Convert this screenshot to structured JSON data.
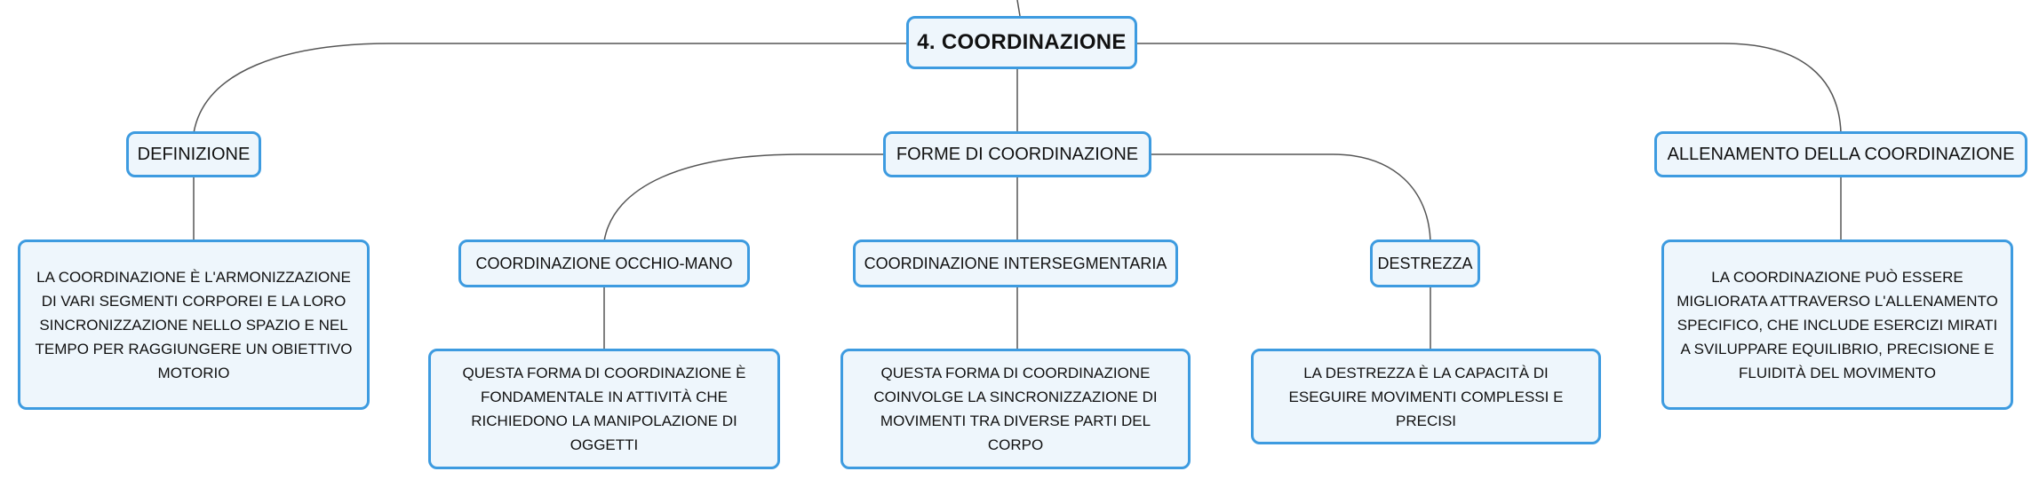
{
  "root": {
    "label": "4. COORDINAZIONE"
  },
  "definizione": {
    "label": "DEFINIZIONE",
    "text": "LA COORDINAZIONE È L'ARMONIZZAZIONE DI VARI SEGMENTI CORPOREI E LA LORO SINCRONIZZAZIONE NELLO SPAZIO E NEL TEMPO PER RAGGIUNGERE UN OBIETTIVO MOTORIO"
  },
  "forme": {
    "label": "FORME DI COORDINAZIONE",
    "occhio_mano": {
      "label": "COORDINAZIONE OCCHIO-MANO",
      "text": "QUESTA FORMA DI COORDINAZIONE È FONDAMENTALE IN ATTIVITÀ CHE RICHIEDONO LA MANIPOLAZIONE DI OGGETTI"
    },
    "intersegmentaria": {
      "label": "COORDINAZIONE INTERSEGMENTARIA",
      "text": "QUESTA FORMA DI COORDINAZIONE COINVOLGE LA SINCRONIZZAZIONE DI MOVIMENTI TRA DIVERSE PARTI DEL CORPO"
    },
    "destrezza": {
      "label": "DESTREZZA",
      "text": "LA DESTREZZA È LA CAPACITÀ DI ESEGUIRE MOVIMENTI COMPLESSI E PRECISI"
    }
  },
  "allenamento": {
    "label": "ALLENAMENTO DELLA COORDINAZIONE",
    "text": "LA COORDINAZIONE PUÒ ESSERE MIGLIORATA ATTRAVERSO L'ALLENAMENTO SPECIFICO, CHE INCLUDE ESERCIZI MIRATI A SVILUPPARE EQUILIBRIO, PRECISIONE E FLUIDITÀ DEL MOVIMENTO"
  },
  "colors": {
    "border": "#3d9be0",
    "fill": "#eef6fc",
    "connector": "#555555"
  }
}
